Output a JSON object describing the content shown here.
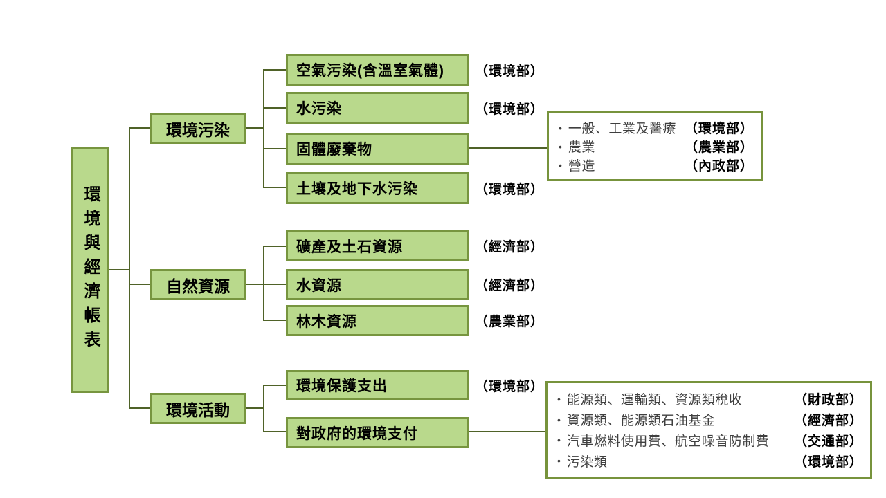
{
  "diagram": {
    "title_node": "環境與經濟帳表",
    "bullet_glyph": "•",
    "colors": {
      "node_fill": "#b9d98c",
      "node_border": "#77953f",
      "detail_border": "#77933c",
      "connector": "#4f6228",
      "label_text": "#000000",
      "item_text": "#3f3f3f"
    },
    "branches": [
      {
        "label": "環境污染",
        "leaves": [
          {
            "label": "空氣污染(含溫室氣體)",
            "ministry": "（環境部）"
          },
          {
            "label": "水污染",
            "ministry": "（環境部）"
          },
          {
            "label": "固體廢棄物",
            "ministry": ""
          },
          {
            "label": "土壤及地下水污染",
            "ministry": "（環境部）"
          }
        ]
      },
      {
        "label": "自然資源",
        "leaves": [
          {
            "label": "礦產及土石資源",
            "ministry": "（經濟部）"
          },
          {
            "label": "水資源",
            "ministry": "（經濟部）"
          },
          {
            "label": "林木資源",
            "ministry": "（農業部）"
          }
        ]
      },
      {
        "label": "環境活動",
        "leaves": [
          {
            "label": "環境保護支出",
            "ministry": "（環境部）"
          },
          {
            "label": "對政府的環境支付",
            "ministry": ""
          }
        ]
      }
    ],
    "detail_boxes": [
      {
        "name": "solid-waste-detail",
        "items": [
          {
            "text": "一般、工業及醫療",
            "ministry": "（環境部）"
          },
          {
            "text": "農業",
            "ministry": "（農業部）"
          },
          {
            "text": "營造",
            "ministry": "（內政部）"
          }
        ]
      },
      {
        "name": "government-payments-detail",
        "items": [
          {
            "text": "能源類、運輸類、資源類稅收",
            "ministry": "（財政部）"
          },
          {
            "text": "資源類、能源類石油基金",
            "ministry": "（經濟部）"
          },
          {
            "text": "汽車燃料使用費、航空噪音防制費",
            "ministry": "（交通部）"
          },
          {
            "text": "污染類",
            "ministry": "（環境部）"
          }
        ]
      }
    ]
  }
}
